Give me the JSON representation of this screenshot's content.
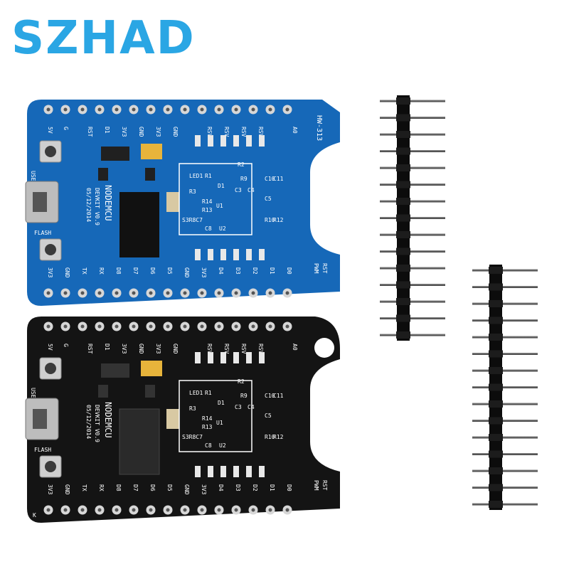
{
  "brand": {
    "text": "SZHAD",
    "color": "#2aa6e4"
  },
  "colors": {
    "blue_pcb": "#1668b8",
    "black_pcb": "#141414",
    "pad": "#d7d7d7",
    "header_plastic": "#0c0c0c",
    "pin": "#5a5a5a"
  },
  "boards": {
    "blue": {
      "model": "HW-313",
      "top_pins": [
        "5V",
        "G",
        "RST",
        "D1",
        "3V3",
        "GND",
        "3V3",
        "GND",
        "RSV",
        "RSV",
        "RSV",
        "RSV",
        "A0"
      ],
      "bottom_pins": [
        "3V3",
        "GND",
        "TX",
        "RX",
        "D8",
        "D7",
        "D6",
        "D5",
        "GND",
        "3V3",
        "D4",
        "D3",
        "D2",
        "D1",
        "D0"
      ],
      "button_user": "USER",
      "button_flash": "FLASH",
      "chip_label": "NODEMCU",
      "version_label": "DEVKIT V0.9",
      "date_label": "05/12/2014",
      "components": [
        "LED1",
        "R1",
        "R2",
        "R3",
        "D1",
        "C3",
        "C4",
        "R14",
        "R13",
        "U1",
        "S3R8C7",
        "C8",
        "U2",
        "C10",
        "C11",
        "C5",
        "R10",
        "R12",
        "R9"
      ],
      "rst_label": "RST",
      "pwm_label": "PWM"
    },
    "black": {
      "top_pins": [
        "5V",
        "G",
        "RST",
        "D1",
        "3V3",
        "GND",
        "3V3",
        "GND",
        "RSV",
        "RSV",
        "RSV",
        "RSV",
        "A0"
      ],
      "bottom_pins": [
        "3V3",
        "GND",
        "TX",
        "RX",
        "D8",
        "D7",
        "D6",
        "D5",
        "GND",
        "3V3",
        "D4",
        "D3",
        "D2",
        "D1",
        "D0"
      ],
      "button_user": "USER",
      "button_flash": "FLASH",
      "chip_label": "NODEMCU",
      "version_label": "DEVKIT V0.9",
      "date_label": "05/12/2014",
      "components": [
        "LED1",
        "R1",
        "R2",
        "R3",
        "D1",
        "C3",
        "C4",
        "R14",
        "R13",
        "U1",
        "S3R8C7",
        "C8",
        "U2",
        "C10",
        "C11",
        "C5",
        "R10",
        "R12",
        "R9"
      ],
      "rst_label": "RST",
      "pwm_label": "PWM",
      "corner_mark": "K"
    }
  },
  "headers": [
    {
      "pin_count": 15
    },
    {
      "pin_count": 15
    }
  ]
}
